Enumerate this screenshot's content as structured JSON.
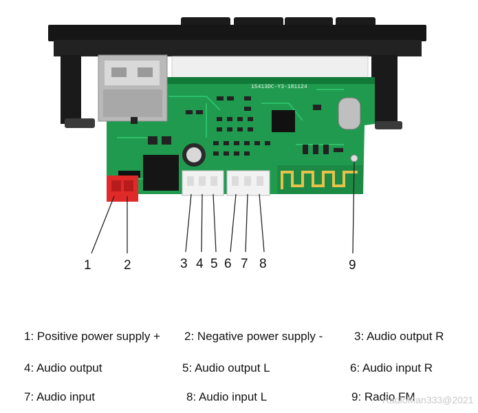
{
  "pin_numbers": [
    "1",
    "2",
    "3",
    "4",
    "5",
    "6",
    "7",
    "8",
    "9"
  ],
  "legend": [
    "1: Positive power supply +",
    "2: Negative power supply -",
    "3: Audio output R",
    "4: Audio output",
    "5: Audio output L",
    "6: Audio input R",
    "7: Audio input",
    "8: Audio input L",
    "9: Radio FM"
  ],
  "board_text": {
    "silkscreen": "15413DC-Y3-181124"
  },
  "watermark": "RadioMan333@2021",
  "colors": {
    "pcb": "#1f9a4e",
    "pcb_dark": "#127a38",
    "panel": "#161616",
    "connector_red": "#e02a2a",
    "connector_white": "#f2f2f2",
    "antenna_gold": "#e7c24a"
  }
}
